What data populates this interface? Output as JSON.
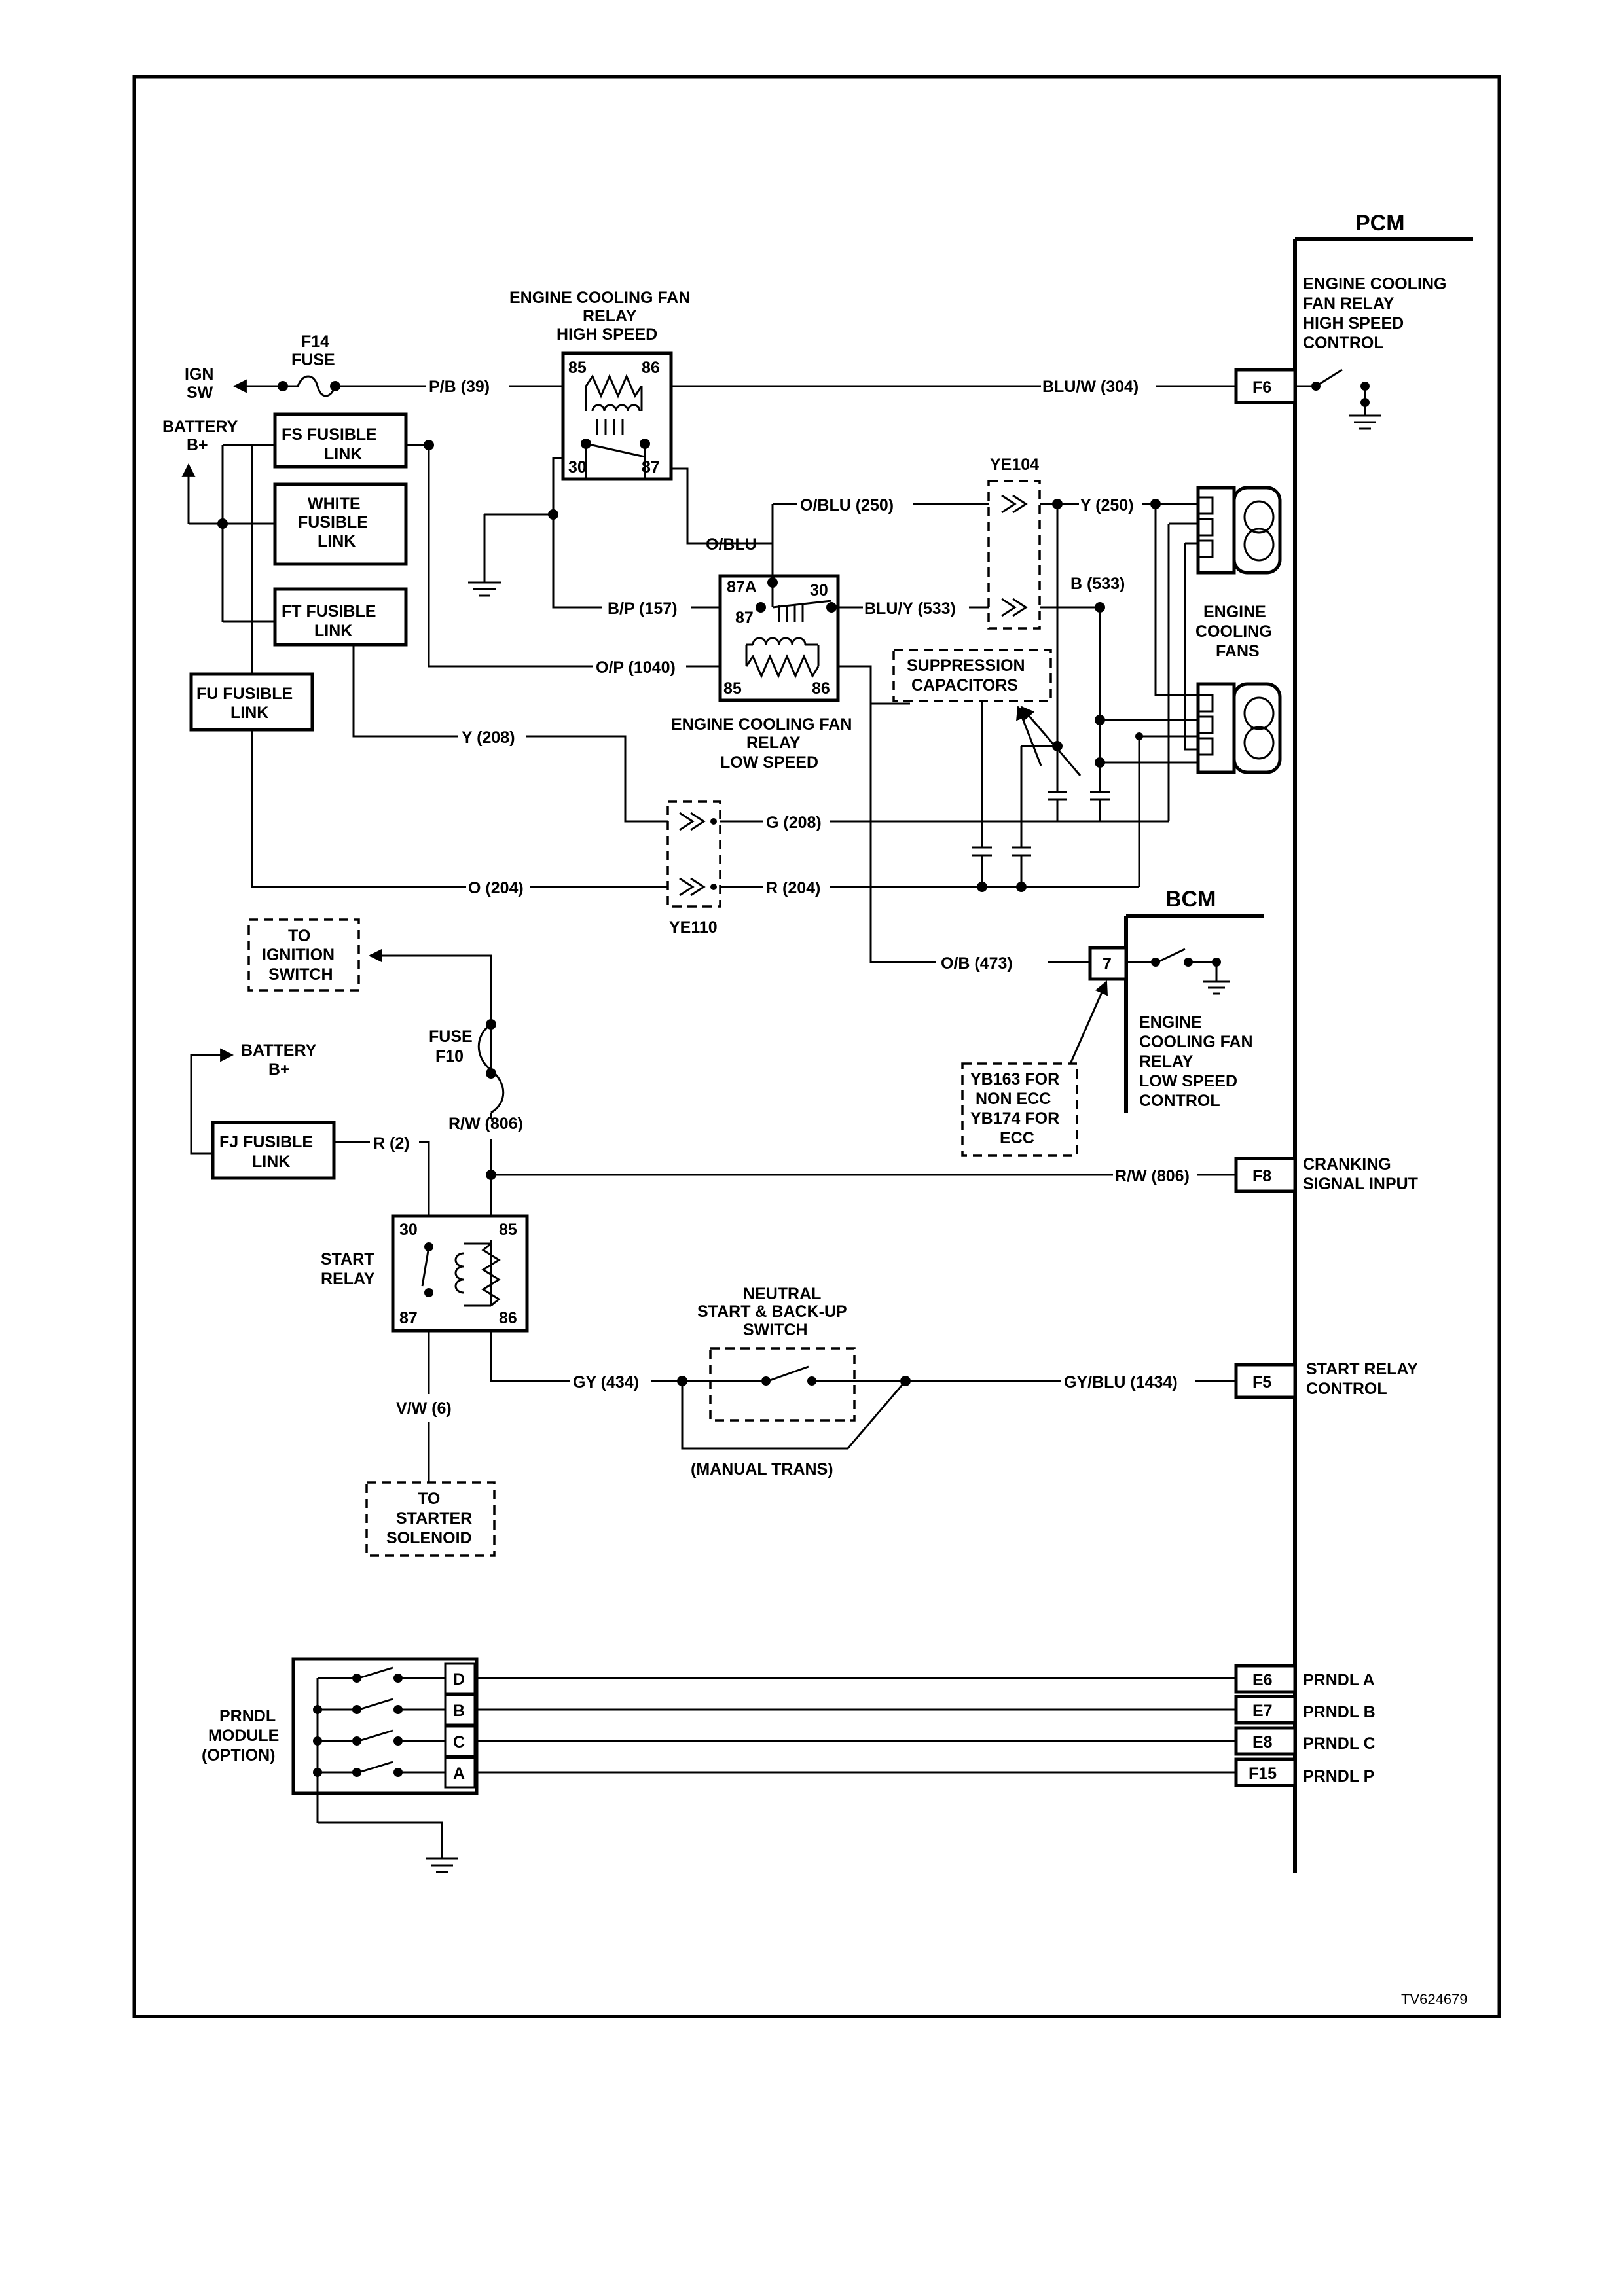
{
  "title_id": "TV624679",
  "modules": {
    "pcm": "PCM",
    "bcm": "BCM"
  },
  "ign": {
    "fuse": [
      "F14",
      "FUSE"
    ],
    "ign_sw": [
      "IGN",
      "SW"
    ],
    "wire": "P/B (39)"
  },
  "battery_top": [
    "BATTERY",
    "B+"
  ],
  "fusible_links": {
    "fs": [
      "FS FUSIBLE",
      "LINK"
    ],
    "white": [
      "WHITE",
      "FUSIBLE",
      "LINK"
    ],
    "ft": [
      "FT FUSIBLE",
      "LINK"
    ],
    "fu": [
      "FU FUSIBLE",
      "LINK"
    ],
    "fj": [
      "FJ FUSIBLE",
      "LINK"
    ]
  },
  "high_relay": {
    "title": [
      "ENGINE COOLING FAN",
      "RELAY",
      "HIGH SPEED"
    ],
    "pins": {
      "p85": "85",
      "p86": "86",
      "p30": "30",
      "p87": "87"
    }
  },
  "low_relay": {
    "title": [
      "ENGINE COOLING FAN",
      "RELAY",
      "LOW SPEED"
    ],
    "pins": {
      "p87a": "87A",
      "p87": "87",
      "p30": "30",
      "p85": "85",
      "p86": "86"
    }
  },
  "wires": {
    "blu_w": "BLU/W (304)",
    "o_blu_short": "O/BLU",
    "o_blu": "O/BLU (250)",
    "y250": "Y (250)",
    "bp": "B/P (157)",
    "blu_y": "BLU/Y (533)",
    "b533": "B (533)",
    "op": "O/P (1040)",
    "y208": "Y (208)",
    "g208": "G (208)",
    "o204": "O (204)",
    "r204": "R (204)",
    "ob473": "O/B (473)",
    "rw806": "R/W (806)",
    "rw806b": "R/W (806)",
    "r2": "R (2)",
    "vw6": "V/W (6)",
    "gy434": "GY (434)",
    "gyblu": "GY/BLU (1434)"
  },
  "connectors": {
    "ye104": "YE104",
    "ye110": "YE110"
  },
  "suppression": [
    "SUPPRESSION",
    "CAPACITORS"
  ],
  "fans": [
    "ENGINE",
    "COOLING",
    "FANS"
  ],
  "pcm_pins": {
    "f6": "F6",
    "f8": "F8",
    "f5": "F5",
    "e6": "E6",
    "e7": "E7",
    "e8": "E8",
    "f15": "F15"
  },
  "pcm_labels": {
    "f6": [
      "ENGINE COOLING",
      "FAN RELAY",
      "HIGH SPEED",
      "CONTROL"
    ],
    "f8": [
      "CRANKING",
      "SIGNAL INPUT"
    ],
    "f5": [
      "START RELAY",
      "CONTROL"
    ],
    "e6": "PRNDL A",
    "e7": "PRNDL B",
    "e8": "PRNDL C",
    "f15": "PRNDL P"
  },
  "bcm_pin": "7",
  "bcm_label": [
    "ENGINE",
    "COOLING FAN",
    "RELAY",
    "LOW SPEED",
    "CONTROL"
  ],
  "yb_note": [
    "YB163 FOR",
    "NON ECC",
    "YB174 FOR",
    "ECC"
  ],
  "to_ign": [
    "TO",
    "IGNITION",
    "SWITCH"
  ],
  "fuse_f10": [
    "FUSE",
    "F10"
  ],
  "battery2": [
    "BATTERY",
    "B+"
  ],
  "start_relay": {
    "label": [
      "START",
      "RELAY"
    ],
    "p30": "30",
    "p85": "85",
    "p87": "87",
    "p86": "86"
  },
  "to_starter": [
    "TO",
    "STARTER",
    "SOLENOID"
  ],
  "neutral_switch": [
    "NEUTRAL",
    "START & BACK-UP",
    "SWITCH"
  ],
  "manual_trans": "(MANUAL TRANS)",
  "prndl": {
    "label": [
      "PRNDL",
      "MODULE",
      "(OPTION)"
    ],
    "d": "D",
    "b": "B",
    "c": "C",
    "a": "A"
  }
}
